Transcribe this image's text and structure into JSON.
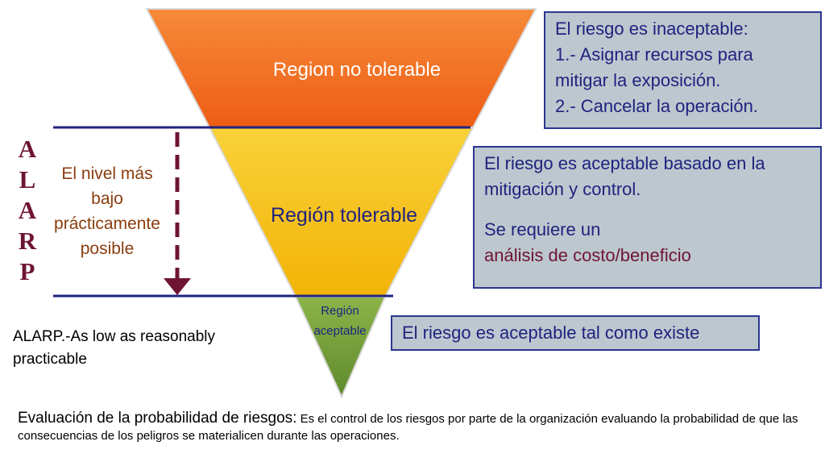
{
  "diagram": {
    "regions": [
      {
        "label": "Region no tolerable",
        "color": "#f26b1d"
      },
      {
        "label": "Región tolerable",
        "color": "#f5be0c"
      },
      {
        "label_lines": [
          "Región",
          "aceptable"
        ],
        "color": "#6f9a37"
      }
    ],
    "region_text_colors": {
      "no_tolerable": "#ffffff",
      "tolerable": "#1f237f",
      "aceptable": "#1f237f"
    },
    "line_color": "#1f237f",
    "arrow_color": "#6e1533"
  },
  "boxes": {
    "inaceptable": {
      "lines": [
        "El riesgo es inaceptable:",
        "1.- Asignar recursos para",
        "mitigar la exposición.",
        "2.- Cancelar la operación."
      ]
    },
    "tolerable": {
      "lines": [
        "El riesgo es aceptable basado en la",
        "mitigación y control."
      ],
      "requirement": "Se requiere un",
      "analysis": "análisis de  costo/beneficio"
    },
    "aceptable": {
      "text": "El riesgo es aceptable tal como existe"
    }
  },
  "alarp": {
    "letters": [
      "A",
      "L",
      "A",
      "R",
      "P"
    ],
    "description_lines": [
      "El nivel más",
      "bajo",
      "prácticamente",
      "posible"
    ],
    "definition_lines": [
      "ALARP.-As low as reasonably",
      "practicable"
    ]
  },
  "footer": {
    "term": "Evaluación de la probabilidad de riesgos:",
    "text": " Es el control de los riesgos por parte de la organización evaluando la probabilidad de que  las consecuencias de los peligros se materialicen durante las operaciones."
  },
  "colors": {
    "box_bg": "#bdc7cf",
    "box_border": "#2b3590",
    "box_text": "#1f237f",
    "maroon": "#6e1533",
    "brown": "#8a3d0f"
  }
}
